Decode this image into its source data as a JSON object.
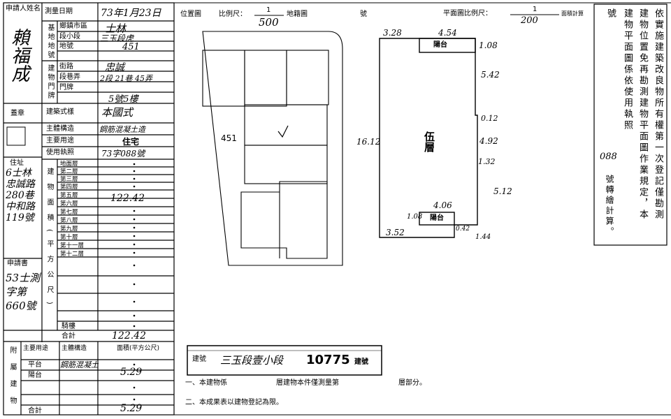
{
  "left_table": {
    "applicant_label": "申請人姓名",
    "applicant_name": "賴福成",
    "seal_label": "蓋章",
    "survey_date_label": "測量日期",
    "survey_date": "73年1月23日",
    "site_labels": [
      "基地地號",
      "鄉鎮市區",
      "段小段",
      "地號"
    ],
    "district": "士林",
    "section": "三玉段虎",
    "lot_no": "451",
    "bldg_labels": [
      "建物門牌",
      "街路",
      "段巷弄",
      "門牌"
    ],
    "street": "忠誠",
    "lane": "2段 21巷 45弄",
    "number": "5號5樓",
    "style_label": "建築式樣",
    "style": "本國式",
    "structure_label": "主體構造",
    "structure": "鋼筋混凝土造",
    "use_label": "主要用途",
    "use": "住宅",
    "permit_label": "使用執照",
    "permit": "73字088號",
    "address_label": "住址",
    "address": "6士林忠誠路280巷中和路119號",
    "applicant_doc_label": "申請書",
    "applicant_doc": "53士測字第660號",
    "floors_label": "建物面積(平方公尺)",
    "floors": [
      "地面層",
      "第二層",
      "第三層",
      "第四層",
      "第五層",
      "第六層",
      "第七層",
      "第八層",
      "第九層",
      "第十層",
      "第十一層",
      "第十二層"
    ],
    "floor_area_5": "122.42",
    "balcony_label": "騎樓",
    "total_label": "合計",
    "total_area": "122.42",
    "annex_label": "附屬建物",
    "annex_headers": [
      "主要用途",
      "主體構造",
      "面積(平方公尺)"
    ],
    "annex_items": [
      "平台",
      "陽台"
    ],
    "annex_structure": "鋼筋混凝土",
    "annex_area": "5.29",
    "annex_total_label": "合計",
    "annex_total": "5.29"
  },
  "location_map": {
    "label": "位置圖",
    "scale_label": "比例尺：",
    "scale_num": "1",
    "scale_den": "500",
    "map_label": "地籍圖",
    "no_label": "號",
    "parcel": "451"
  },
  "floor_plan": {
    "label": "平面圖比例尺：",
    "scale_num": "1",
    "scale_den": "200",
    "area_calc_label": "面積計算",
    "room_top": "陽台",
    "room_bottom": "陽台",
    "floor_text": "伍層",
    "dims": {
      "d1": "3.28",
      "d2": "4.54",
      "d3": "1.08",
      "d4": "5.42",
      "d5": "0.12",
      "d6": "4.92",
      "d7": "1.32",
      "d8": "5.12",
      "d9": "16.12",
      "d10": "4.06",
      "d11": "1.08",
      "d12": "3.52",
      "d13": "0.42",
      "d14": "1.44"
    }
  },
  "notes_right": {
    "col1": "依實施建築改良物所有權第一次登記僅勘測",
    "col2": "建物位置免再勘測建物平面圖作業規定，本",
    "col3": "建物平面圖係依使用執照",
    "col4": "號",
    "permit_no": "088",
    "col5": "號轉繪計算。"
  },
  "stamp": {
    "prefix": "建號",
    "section": "三玉段壹小段",
    "number": "10775",
    "suffix": "建號"
  },
  "footnotes": {
    "n1a": "一、本建物係",
    "n1b": "層建物本件僅測量第",
    "n1c": "層部分。",
    "n2": "二、本成果表以建物登記為限。"
  }
}
